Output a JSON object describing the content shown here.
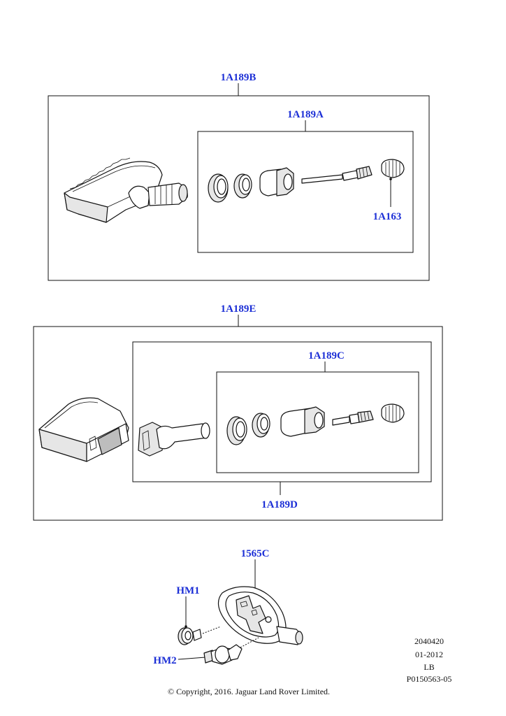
{
  "callouts": {
    "a1189b": "1A189B",
    "a1189a": "1A189A",
    "a163": "1A163",
    "a1189e": "1A189E",
    "a1189c": "1A189C",
    "a1189d": "1A189D",
    "c1565": "1565C",
    "hm1": "HM1",
    "hm2": "HM2"
  },
  "meta": {
    "code": "2040420",
    "date": "01-2012",
    "region": "LB",
    "ref": "P0150563-05",
    "copyright": "© Copyright, 2016. Jaguar Land Rover Limited."
  }
}
